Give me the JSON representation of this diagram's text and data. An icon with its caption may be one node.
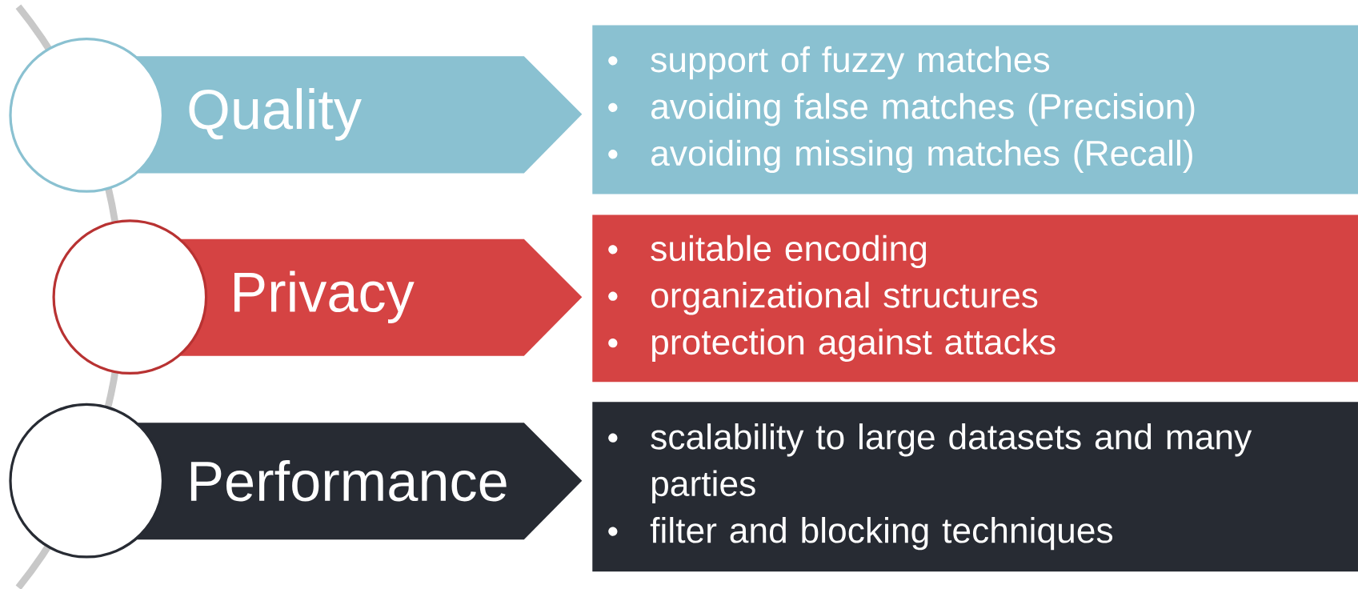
{
  "diagram": {
    "nodes": [
      {
        "text": [],
        "shape": "circle"
      },
      {
        "text": [
          "Quality"
        ]
      },
      {
        "text": [
          "support of fuzzy matches",
          "avoiding false matches (Precision)",
          "avoiding missing matches (Recall)"
        ]
      },
      {
        "text": [],
        "shape": "circle"
      },
      {
        "text": [
          "Privacy"
        ]
      },
      {
        "text": [
          "suitable encoding",
          "organizational structures",
          "protection against attacks"
        ]
      },
      {
        "text": [],
        "shape": "circle"
      },
      {
        "text": [
          "Performance"
        ]
      },
      {
        "text": [
          "scalability to large datasets and many parties",
          "filter and blocking techniques"
        ]
      }
    ]
  }
}
